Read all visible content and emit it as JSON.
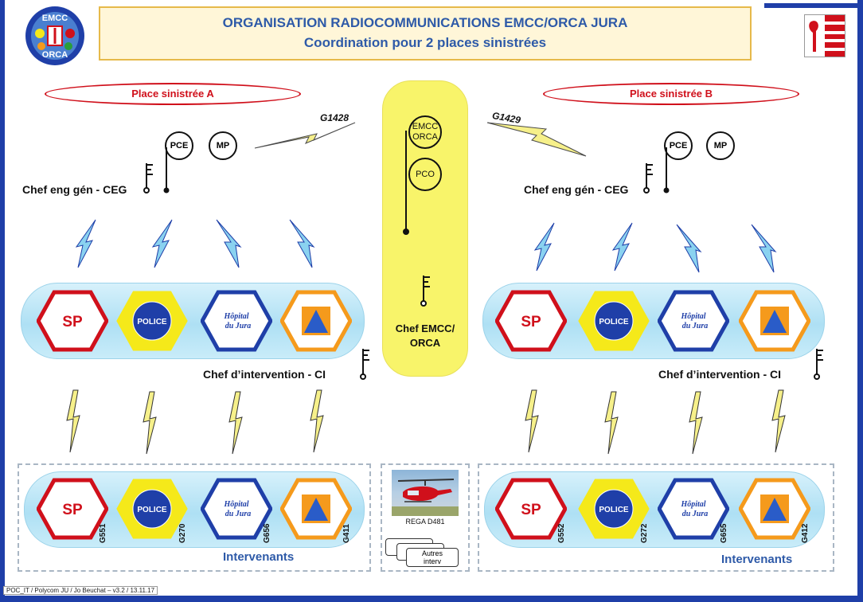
{
  "header": {
    "title_line1": "ORGANISATION RADIOCOMMUNICATIONS EMCC/ORCA JURA",
    "title_line2": "Coordination pour 2 places sinistrées",
    "logo_left_top": "EMCC",
    "logo_left_bottom": "ORCA"
  },
  "place_a": {
    "label": "Place sinistrée A",
    "callsign": "G1428",
    "bubble_pce": "PCE",
    "bubble_mp": "MP",
    "chef_label": "Chef eng gén - CEG",
    "ci_label": "Chef d’intervention - CI",
    "intervenants": "Intervenants",
    "row1": [
      "SP",
      "POLICE",
      "Hôpital du Jura",
      "PCi"
    ],
    "row2_ids": [
      "G551",
      "G270",
      "G656",
      "G411"
    ]
  },
  "place_b": {
    "label": "Place sinistrée B",
    "callsign": "G1429",
    "bubble_pce": "PCE",
    "bubble_mp": "MP",
    "chef_label": "Chef eng gén - CEG",
    "ci_label": "Chef d’intervention - CI",
    "intervenants": "Intervenants",
    "row2_ids": [
      "G552",
      "G272",
      "G655",
      "G412"
    ]
  },
  "center": {
    "emcc_bubble_l1": "EMCC",
    "emcc_bubble_l2": "ORCA",
    "pco_bubble": "PCO",
    "chef_line1": "Chef EMCC/",
    "chef_line2": "ORCA"
  },
  "rega": {
    "label": "REGA D481",
    "card_line1": "Autres",
    "card_line2": "interv"
  },
  "unit_labels": {
    "sp": "SP",
    "police": "POLICE",
    "hopital_l1": "Hôpital",
    "hopital_l2": "du Jura"
  },
  "footer": "POC_IT / Polycom JU / Jo Beuchat – v3.2 / 13.11.17",
  "colors": {
    "frame_blue": "#1f3fa8",
    "title_text": "#2e5aa8",
    "red": "#d0101b",
    "police_yellow": "#f5e91a",
    "pci_orange": "#f59a1c",
    "pci_blue": "#2a5cc8",
    "center_yellow": "#f8f46a"
  }
}
